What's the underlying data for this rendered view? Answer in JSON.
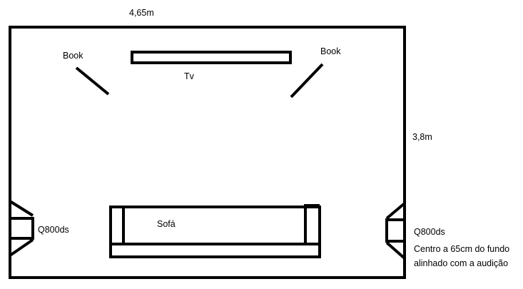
{
  "dimensions": {
    "width_label": "4,65m",
    "height_label": "3,8m"
  },
  "labels": {
    "book_left": "Book",
    "book_right": "Book",
    "tv": "Tv",
    "sofa": "Sofá",
    "q800_left": "Q800ds",
    "q800_right": "Q800ds",
    "note_line1": "Centro a 65cm do fundo",
    "note_line2": "alinhado com a audição"
  },
  "colors": {
    "ink": "#000000",
    "background": "#ffffff"
  }
}
